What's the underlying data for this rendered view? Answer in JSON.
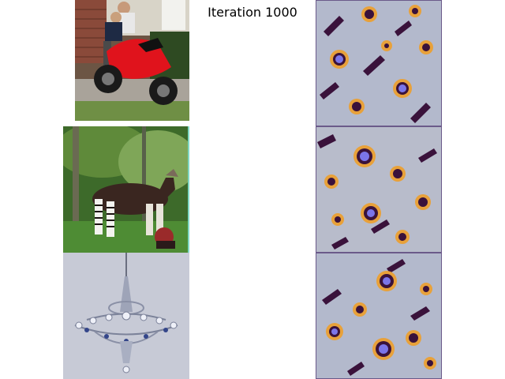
{
  "figure": {
    "title": "Iteration 1000"
  },
  "photos": [
    {
      "subject": "motorcycle-riders",
      "main_color": "#e0131c"
    },
    {
      "subject": "okapi",
      "main_color": "#2f5a22"
    },
    {
      "subject": "chandelier",
      "main_color": "#c7cad6"
    }
  ],
  "generated_panels": [
    {
      "palette": [
        "#b3b9cc",
        "#3a123b",
        "#7b75e8",
        "#e8a13a"
      ]
    },
    {
      "palette": [
        "#b3b9cc",
        "#3a123b",
        "#7b75e8",
        "#e8a13a"
      ]
    },
    {
      "palette": [
        "#b3b9cc",
        "#3a123b",
        "#7b75e8",
        "#e8a13a"
      ]
    }
  ]
}
